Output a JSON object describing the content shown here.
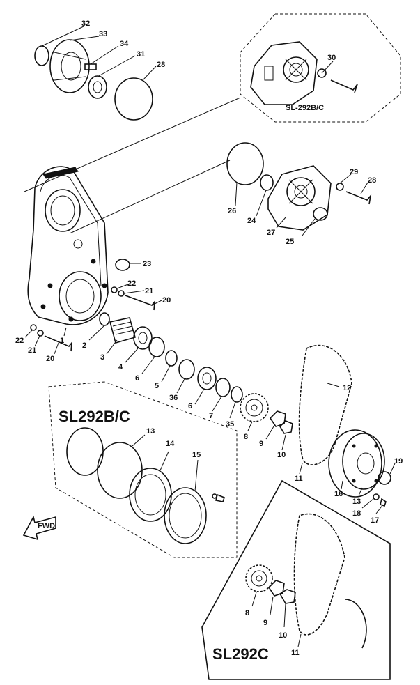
{
  "labels": {
    "sl292bc_box_caption": "SL-292B/C",
    "sl292bc_section_title": "SL292B/C",
    "sl292c_section_title": "SL292C",
    "fwd_arrow": "FWD",
    "parts": {
      "p1": "1",
      "p2": "2",
      "p3": "3",
      "p4": "4",
      "p5": "5",
      "p6a": "6",
      "p6b": "6",
      "p7": "7",
      "p8a": "8",
      "p8b": "8",
      "p9a": "9",
      "p9b": "9",
      "p10a": "10",
      "p10b": "10",
      "p11a": "11",
      "p11b": "11",
      "p12": "12",
      "p13a": "13",
      "p13b": "13",
      "p14": "14",
      "p15": "15",
      "p16": "16",
      "p17": "17",
      "p18": "18",
      "p19": "19",
      "p20a": "20",
      "p20b": "20",
      "p21a": "21",
      "p21b": "21",
      "p22a": "22",
      "p22b": "22",
      "p23": "23",
      "p24": "24",
      "p25": "25",
      "p26": "26",
      "p27": "27",
      "p28a": "28",
      "p28b": "28",
      "p29": "29",
      "p30": "30",
      "p31": "31",
      "p32": "32",
      "p33": "33",
      "p34": "34",
      "p35": "35",
      "p36": "36"
    }
  }
}
